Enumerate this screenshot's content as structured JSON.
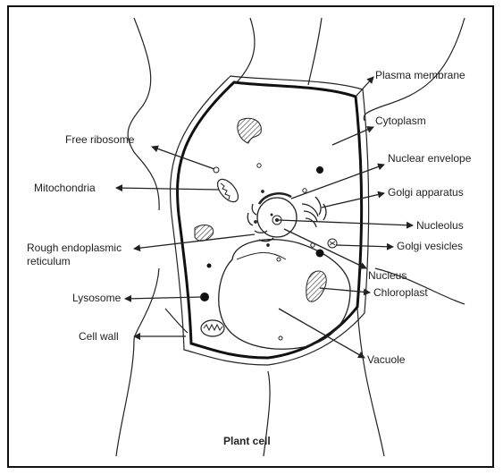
{
  "caption": "Plant cell",
  "labels": {
    "plasma_membrane": "Plasma membrane",
    "cytoplasm": "Cytoplasm",
    "free_ribosome": "Free ribosome",
    "nuclear_envelope": "Nuclear envelope",
    "mitochondria": "Mitochondria",
    "golgi_apparatus": "Golgi apparatus",
    "nucleolus": "Nucleolus",
    "rough_er_line1": "Rough endoplasmic",
    "rough_er_line2": "reticulum",
    "golgi_vesicles": "Golgi vesicles",
    "nucleus": "Nucleus",
    "lysosome": "Lysosome",
    "chloroplast": "Chloroplast",
    "cell_wall": "Cell wall",
    "vacuole": "Vacuole"
  },
  "colors": {
    "ink": "#222222",
    "background": "#ffffff"
  }
}
